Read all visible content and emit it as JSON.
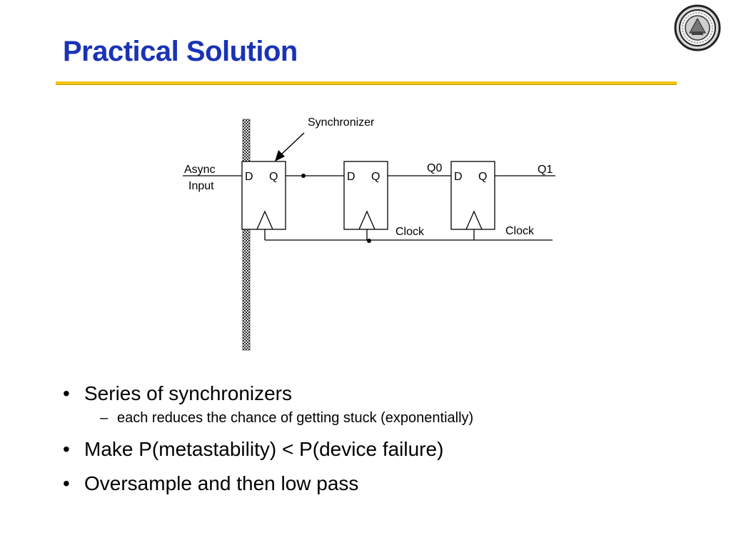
{
  "slide": {
    "title": "Practical Solution"
  },
  "diagram": {
    "synchronizer_label": "Synchronizer",
    "async_input_label_line1": "Async",
    "async_input_label_line2": "Input",
    "flipflops": [
      {
        "d_label": "D",
        "q_label": "Q"
      },
      {
        "d_label": "D",
        "q_label": "Q"
      },
      {
        "d_label": "D",
        "q_label": "Q"
      }
    ],
    "q0_label": "Q0",
    "q1_label": "Q1",
    "clock_label_1": "Clock",
    "clock_label_2": "Clock"
  },
  "bullets": [
    {
      "marker": "•",
      "text": "Series of synchronizers"
    },
    {
      "marker": "–",
      "text": "each reduces the chance of getting stuck (exponentially)"
    },
    {
      "marker": "•",
      "text": "Make P(metastability) < P(device failure)"
    },
    {
      "marker": "•",
      "text": "Oversample and then low pass"
    }
  ],
  "colors": {
    "title": "#1a33b5",
    "rule": "#f0c20a"
  },
  "icons": {
    "logo": "university-seal-icon"
  }
}
